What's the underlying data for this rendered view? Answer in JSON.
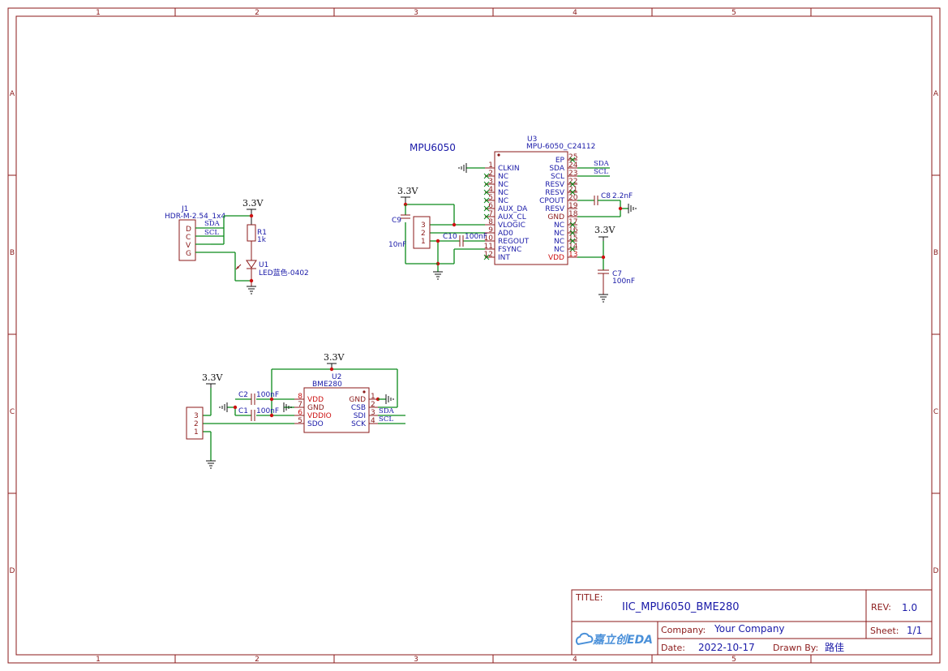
{
  "frame": {
    "col_labels": [
      "1",
      "2",
      "3",
      "4",
      "5"
    ],
    "row_labels": [
      "A",
      "B",
      "C",
      "D"
    ]
  },
  "annotation": "MPU6050",
  "components": {
    "u3": {
      "ref": "U3",
      "value": "MPU-6050_C24112",
      "left_pins": [
        {
          "num": "1",
          "name": "CLKIN"
        },
        {
          "num": "2",
          "name": "NC"
        },
        {
          "num": "3",
          "name": "NC"
        },
        {
          "num": "4",
          "name": "NC"
        },
        {
          "num": "5",
          "name": "NC"
        },
        {
          "num": "6",
          "name": "AUX_DA"
        },
        {
          "num": "7",
          "name": "AUX_CL"
        },
        {
          "num": "8",
          "name": "VLOGIC"
        },
        {
          "num": "9",
          "name": "AD0"
        },
        {
          "num": "10",
          "name": "REGOUT"
        },
        {
          "num": "11",
          "name": "FSYNC"
        },
        {
          "num": "12",
          "name": "INT"
        }
      ],
      "right_pins": [
        {
          "num": "25",
          "name": "EP"
        },
        {
          "num": "24",
          "name": "SDA"
        },
        {
          "num": "23",
          "name": "SCL"
        },
        {
          "num": "22",
          "name": "RESV"
        },
        {
          "num": "21",
          "name": "RESV"
        },
        {
          "num": "20",
          "name": "CPOUT"
        },
        {
          "num": "19",
          "name": "RESV"
        },
        {
          "num": "18",
          "name": "GND"
        },
        {
          "num": "17",
          "name": "NC"
        },
        {
          "num": "16",
          "name": "NC"
        },
        {
          "num": "15",
          "name": "NC"
        },
        {
          "num": "14",
          "name": "NC"
        },
        {
          "num": "13",
          "name": "VDD"
        }
      ]
    },
    "u2": {
      "ref": "U2",
      "value": "BME280",
      "left_pins": [
        {
          "num": "8",
          "name": "VDD"
        },
        {
          "num": "7",
          "name": "GND"
        },
        {
          "num": "6",
          "name": "VDDIO"
        },
        {
          "num": "5",
          "name": "SDO"
        }
      ],
      "right_pins": [
        {
          "num": "1",
          "name": "GND"
        },
        {
          "num": "2",
          "name": "CSB"
        },
        {
          "num": "3",
          "name": "SDI"
        },
        {
          "num": "4",
          "name": "SCK"
        }
      ]
    },
    "j1": {
      "ref": "J1",
      "value": "HDR-M-2.54_1x4",
      "pins": [
        "D",
        "C",
        "V",
        "G"
      ]
    },
    "r1": {
      "ref": "R1",
      "value": "1k"
    },
    "u1": {
      "ref": "U1",
      "value": "LED蓝色-0402"
    },
    "c9": {
      "ref": "C9",
      "value": "10nF"
    },
    "c10": {
      "ref": "C10",
      "value": "100nF"
    },
    "c8": {
      "ref": "C8",
      "value": "2.2nF"
    },
    "c7": {
      "ref": "C7",
      "value": "100nF"
    },
    "c2": {
      "ref": "C2",
      "value": "100nF"
    },
    "c1": {
      "ref": "C1",
      "value": "100nF"
    },
    "jp_mpu": {
      "pins": [
        "3",
        "2",
        "1"
      ]
    },
    "jp_bme": {
      "pins": [
        "3",
        "2",
        "1"
      ]
    }
  },
  "nets": {
    "sda": "SDA",
    "scl": "SCL",
    "power": "3.3V"
  },
  "title_block": {
    "title_label": "TITLE:",
    "title": "IIC_MPU6050_BME280",
    "rev_label": "REV:",
    "rev": "1.0",
    "company_label": "Company:",
    "company": "Your Company",
    "sheet_label": "Sheet:",
    "sheet": "1/1",
    "date_label": "Date:",
    "date": "2022-10-17",
    "drawn_label": "Drawn By:",
    "drawn": "路佳",
    "logo": "嘉立创EDA"
  }
}
